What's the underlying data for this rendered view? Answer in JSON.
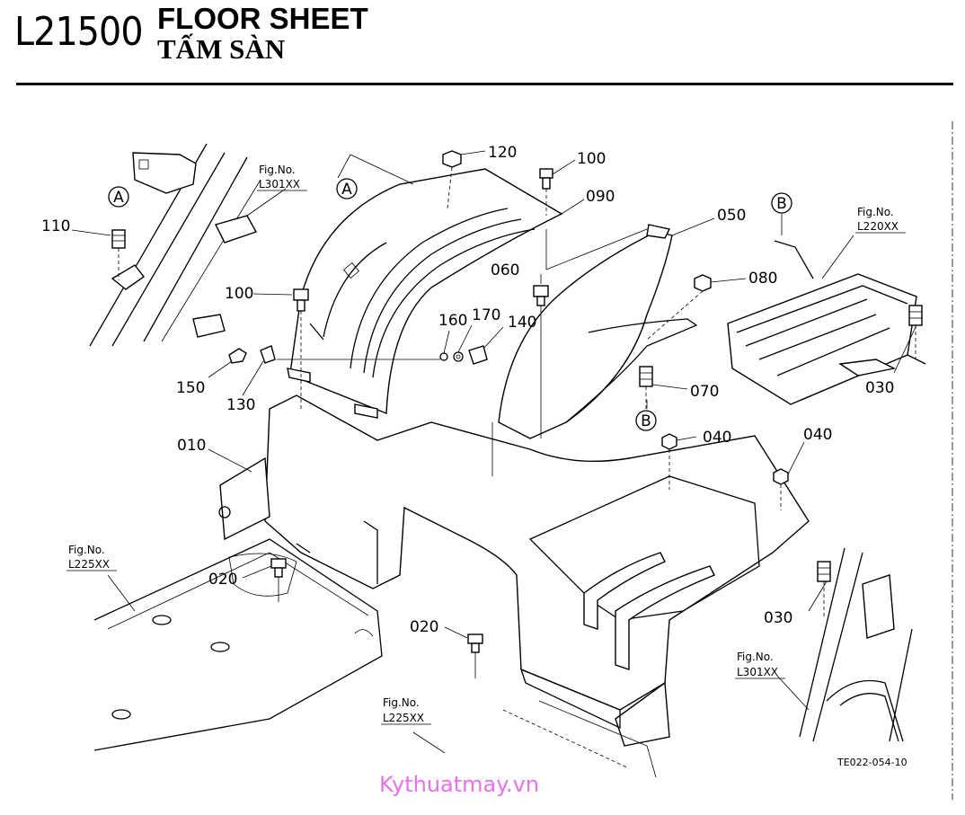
{
  "header": {
    "code": "L21500",
    "title_en": "FLOOR SHEET",
    "title_vi": "TẤM SÀN"
  },
  "callouts": [
    {
      "id": "c120",
      "text": "120"
    },
    {
      "id": "c100a",
      "text": "100"
    },
    {
      "id": "c090",
      "text": "090"
    },
    {
      "id": "c050",
      "text": "050"
    },
    {
      "id": "c110",
      "text": "110"
    },
    {
      "id": "c100b",
      "text": "100"
    },
    {
      "id": "c060",
      "text": "060"
    },
    {
      "id": "c080",
      "text": "080"
    },
    {
      "id": "c160",
      "text": "160"
    },
    {
      "id": "c170",
      "text": "170"
    },
    {
      "id": "c140",
      "text": "140"
    },
    {
      "id": "c150",
      "text": "150"
    },
    {
      "id": "c130",
      "text": "130"
    },
    {
      "id": "c070",
      "text": "070"
    },
    {
      "id": "c030a",
      "text": "030"
    },
    {
      "id": "c010",
      "text": "010"
    },
    {
      "id": "c040a",
      "text": "040"
    },
    {
      "id": "c040b",
      "text": "040"
    },
    {
      "id": "c020a",
      "text": "020"
    },
    {
      "id": "c020b",
      "text": "020"
    },
    {
      "id": "c030b",
      "text": "030"
    }
  ],
  "markers": {
    "a_left": "A",
    "a_top": "A",
    "b_top": "B",
    "b_mid": "B"
  },
  "fig_refs": {
    "fig_label": "Fig.No.",
    "l301_top": "L301XX",
    "l220": "L220XX",
    "l225_left": "L225XX",
    "l225_bottom": "L225XX",
    "l301_bottom": "L301XX"
  },
  "doc_code": "TE022-054-10",
  "watermark": "Kythuatmay.vn"
}
